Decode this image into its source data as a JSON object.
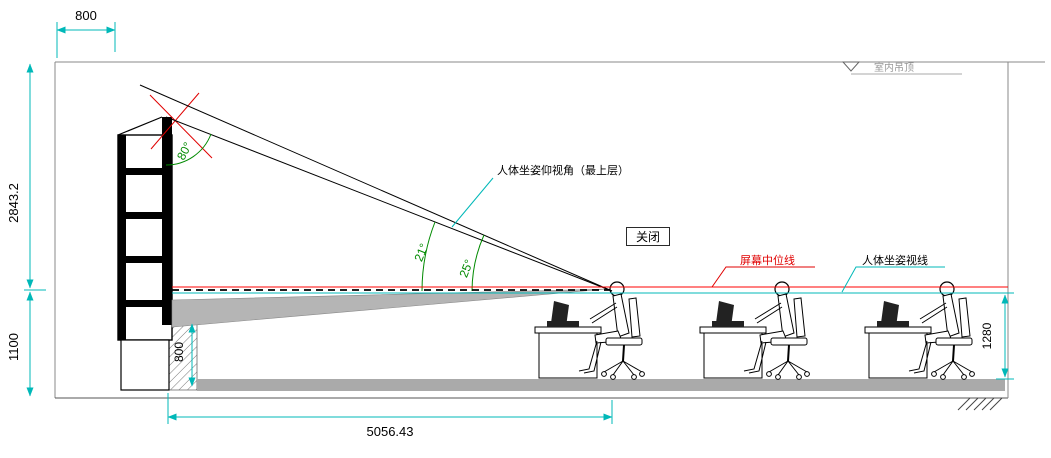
{
  "labels": {
    "ceiling": "室内吊顶",
    "view_angle_note": "人体坐姿仰视角（最上层）",
    "screen_median_line": "屏幕中位线",
    "sight_line": "人体坐姿视线",
    "close_button": "关闭"
  },
  "dimensions": {
    "wall_to_screen": "800",
    "upper_height": "2843.2",
    "lower_height": "1100",
    "desk_height": "800",
    "viewing_distance": "5056.43",
    "eye_height": "1280"
  },
  "angles": {
    "screen_top": "80°",
    "upper_sight": "21°",
    "lower_sight": "25°"
  },
  "colors": {
    "dimension_line": "#00B8B8",
    "median_line": "#FF0000",
    "angle_arc": "#008A00",
    "tilt_range_red": "#E00000",
    "floor_gray": "#AAAAAA",
    "wedge_gray": "#B5B5B5",
    "ceiling_text_gray": "#999999"
  }
}
